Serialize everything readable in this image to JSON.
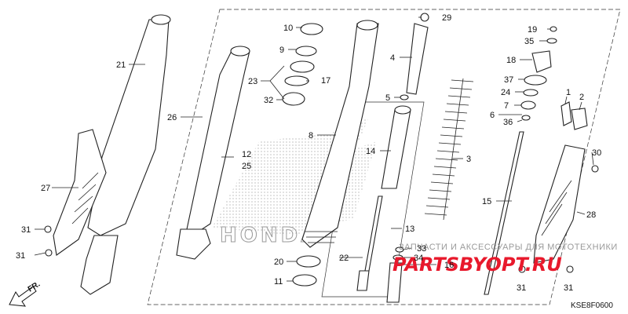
{
  "labels": [
    {
      "id": "21",
      "text": "21"
    },
    {
      "id": "26",
      "text": "26"
    },
    {
      "id": "27",
      "text": "27"
    },
    {
      "id": "31a",
      "text": "31"
    },
    {
      "id": "31b",
      "text": "31"
    },
    {
      "id": "10",
      "text": "10"
    },
    {
      "id": "9",
      "text": "9"
    },
    {
      "id": "23",
      "text": "23"
    },
    {
      "id": "17",
      "text": "17"
    },
    {
      "id": "32",
      "text": "32"
    },
    {
      "id": "12",
      "text": "12"
    },
    {
      "id": "25",
      "text": "25"
    },
    {
      "id": "8",
      "text": "8"
    },
    {
      "id": "29",
      "text": "29"
    },
    {
      "id": "4",
      "text": "4"
    },
    {
      "id": "5",
      "text": "5"
    },
    {
      "id": "14",
      "text": "14"
    },
    {
      "id": "3",
      "text": "3"
    },
    {
      "id": "13",
      "text": "13"
    },
    {
      "id": "22",
      "text": "22"
    },
    {
      "id": "20",
      "text": "20"
    },
    {
      "id": "11",
      "text": "11"
    },
    {
      "id": "33",
      "text": "33"
    },
    {
      "id": "34",
      "text": "34"
    },
    {
      "id": "16",
      "text": "16"
    },
    {
      "id": "19",
      "text": "19"
    },
    {
      "id": "35",
      "text": "35"
    },
    {
      "id": "18",
      "text": "18"
    },
    {
      "id": "37",
      "text": "37"
    },
    {
      "id": "24",
      "text": "24"
    },
    {
      "id": "7",
      "text": "7"
    },
    {
      "id": "6",
      "text": "6"
    },
    {
      "id": "36",
      "text": "36"
    },
    {
      "id": "1",
      "text": "1"
    },
    {
      "id": "2",
      "text": "2"
    },
    {
      "id": "15",
      "text": "15"
    },
    {
      "id": "30",
      "text": "30"
    },
    {
      "id": "28",
      "text": "28"
    },
    {
      "id": "31c",
      "text": "31"
    },
    {
      "id": "31d",
      "text": "31"
    }
  ],
  "direction_marker": "FR.",
  "diagram_code": "KSE8F0600",
  "background_logo_text": "HONDA",
  "watermark": {
    "tagline": "ЗАПЧАСТИ И АКСЕССУАРЫ ДЛЯ МОТОТЕХНИКИ",
    "logo": "PARTSBYOPT.RU"
  },
  "colors": {
    "line": "#222222",
    "watermark_logo": "#e8192c",
    "watermark_text": "#9a9a9a",
    "background": "#ffffff"
  }
}
